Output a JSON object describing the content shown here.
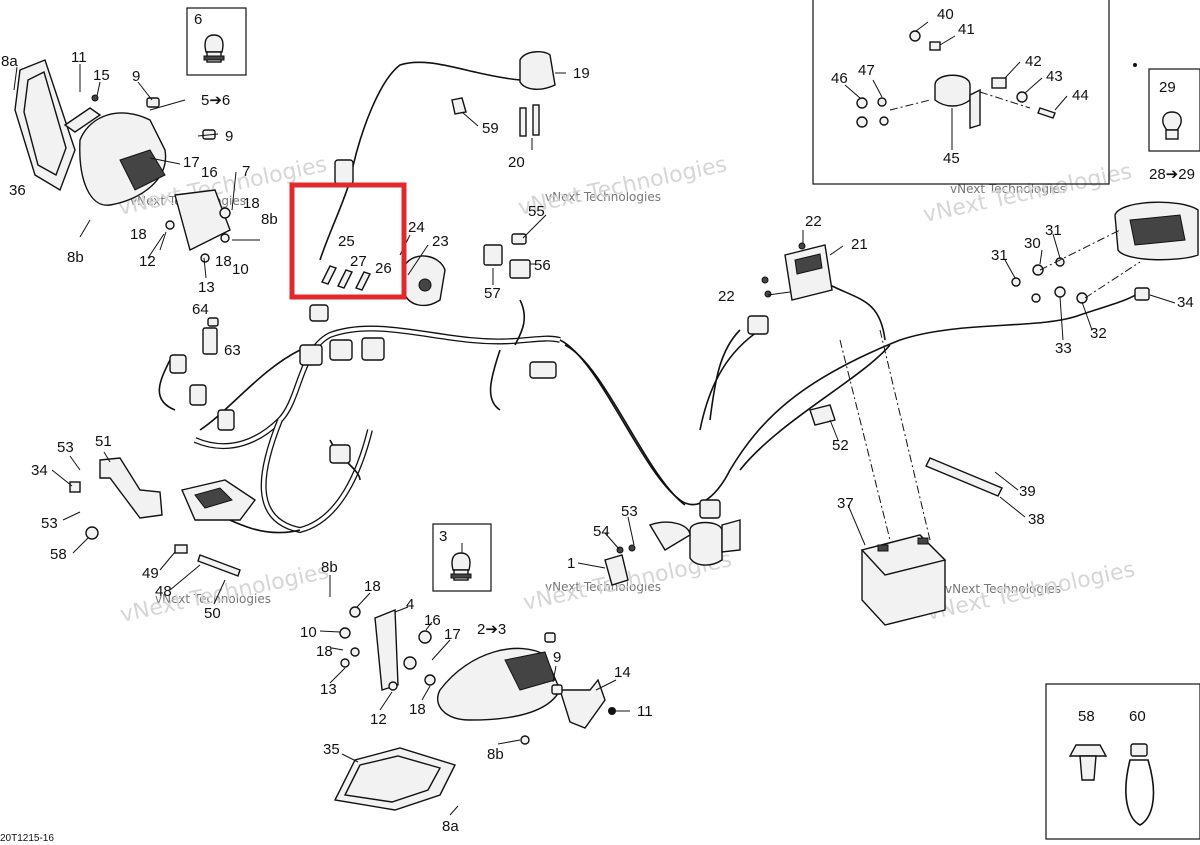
{
  "highlight_color": "#e0282d",
  "drawing_code": "20T1215-16",
  "watermark": {
    "small": "vNext Technologies",
    "big": "vNext Technologies"
  },
  "callouts": {
    "c8a_top": "8a",
    "c11_top": "11",
    "c15": "15",
    "c9_top": "9",
    "c6": "6",
    "c5to6": "5➔6",
    "c9_mid": "9",
    "c17_top": "17",
    "c16_top": "16",
    "c7": "7",
    "c36": "36",
    "c18_top": "18",
    "c8b_right": "8b",
    "c18_a": "18",
    "c12_top": "12",
    "c10_top": "10",
    "c18_b": "18",
    "c8b_left": "8b",
    "c13_top": "13",
    "c64": "64",
    "c63": "63",
    "c19": "19",
    "c59": "59",
    "c20": "20",
    "c25": "25",
    "c27": "27",
    "c26": "26",
    "c24": "24",
    "c23": "23",
    "c55": "55",
    "c56": "56",
    "c57": "57",
    "c40": "40",
    "c41": "41",
    "c46": "46",
    "c47": "47",
    "c42": "42",
    "c43": "43",
    "c44": "44",
    "c45": "45",
    "c29": "29",
    "c28to29": "28➔29",
    "c22_top": "22",
    "c21": "21",
    "c22_mid": "22",
    "c30": "30",
    "c31_a": "31",
    "c31_b": "31",
    "c34_right": "34",
    "c32": "32",
    "c33": "33",
    "c51": "51",
    "c53_a": "53",
    "c34_left": "34",
    "c53_b": "53",
    "c58_left": "58",
    "c49": "49",
    "c48": "48",
    "c50": "50",
    "c52": "52",
    "c39": "39",
    "c38": "38",
    "c37": "37",
    "c53_mid": "53",
    "c54": "54",
    "c1": "1",
    "c3": "3",
    "c2to3": "2➔3",
    "c8b_bot": "8b",
    "c18_bot": "18",
    "c4": "4",
    "c10_bot": "10",
    "c16_bot": "16",
    "c17_bot": "17",
    "c18_bot2": "18",
    "c13_bot": "13",
    "c12_bot": "12",
    "c18_bot3": "18",
    "c9_bot": "9",
    "c14": "14",
    "c11_bot": "11",
    "c8b_bot2": "8b",
    "c35": "35",
    "c8a_bot": "8a",
    "c58_box": "58",
    "c60": "60"
  },
  "icons": [
    "headlight-assembly-icon",
    "bulb-icon",
    "harness-icon",
    "battery-icon",
    "solenoid-icon",
    "taillight-icon",
    "voltage-regulator-icon",
    "cable-tie-icon",
    "push-rivet-icon"
  ]
}
